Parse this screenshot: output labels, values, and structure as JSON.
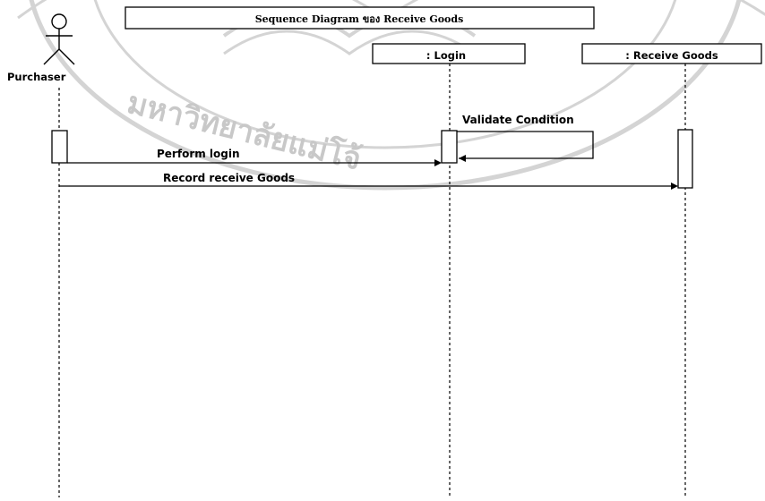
{
  "diagram": {
    "title": "Sequence Diagram ของ Receive Goods",
    "actor": {
      "label": "Purchaser"
    },
    "lifelines": {
      "login": ": Login",
      "receive_goods": ": Receive Goods"
    },
    "messages": {
      "validate_condition": "Validate Condition",
      "perform_login": "Perform login",
      "record_receive_goods": "Record receive Goods"
    }
  },
  "watermark": {
    "text": "มหาวิทยาลัยแม่โจ้"
  },
  "colors": {
    "ink": "#000000",
    "watermark": "#d0d0d0",
    "background": "#ffffff"
  }
}
